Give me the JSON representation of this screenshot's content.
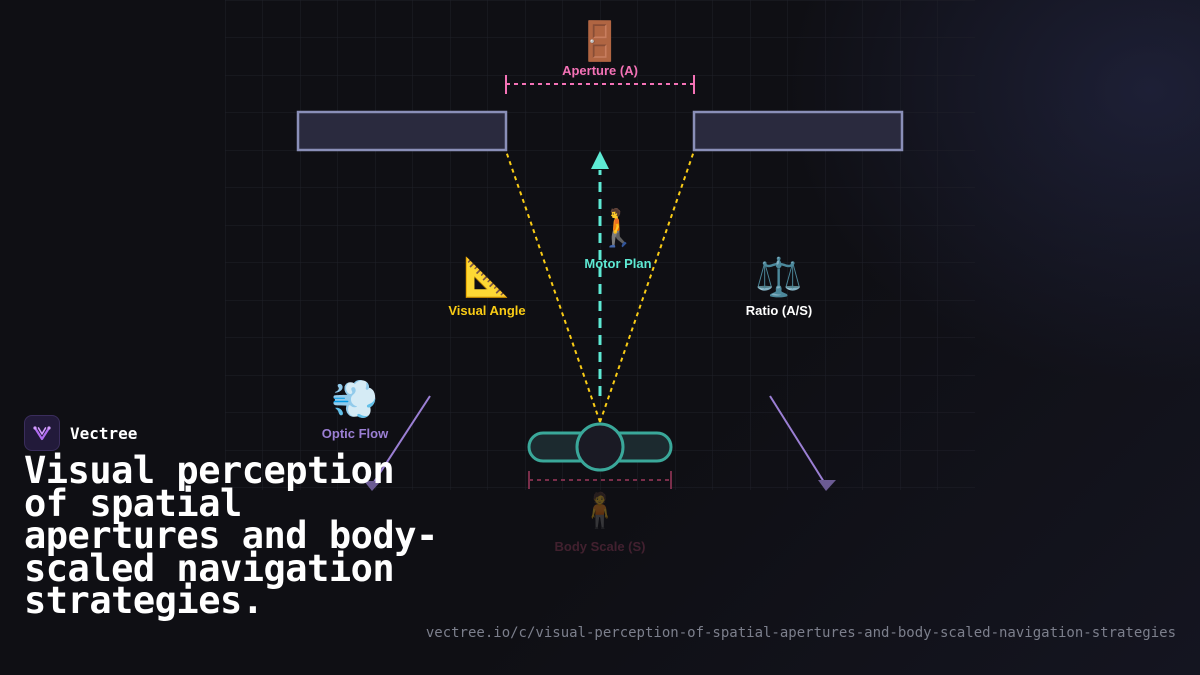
{
  "brand": {
    "name": "Vectree",
    "logo_icon": "vectree-logo-icon"
  },
  "headline": "Visual perception of spatial apertures and body-scaled navigation strategies.",
  "url": "vectree.io/c/visual-perception-of-spatial-apertures-and-body-scaled-navigation-strategies",
  "diagram": {
    "aperture": {
      "label": "Aperture (A)",
      "icon": "🚪",
      "color": "#f472b6"
    },
    "motor_plan": {
      "label": "Motor Plan",
      "icon": "🚶",
      "color": "#5eead4"
    },
    "visual_angle": {
      "label": "Visual Angle",
      "icon": "📐",
      "color": "#facc15"
    },
    "ratio": {
      "label": "Ratio (A/S)",
      "icon": "⚖️",
      "color": "#ffffff"
    },
    "optic_flow": {
      "label": "Optic Flow",
      "icon": "💨",
      "color": "#9b7fd4"
    },
    "body_scale": {
      "label": "Body Scale (S)",
      "icon": "🧍",
      "color": "#a04060"
    }
  },
  "colors": {
    "background": "#0f0f14",
    "wall_fill": "#2a2a3e",
    "wall_stroke": "#8a8fb8",
    "agent_stroke": "#3aa89a"
  }
}
